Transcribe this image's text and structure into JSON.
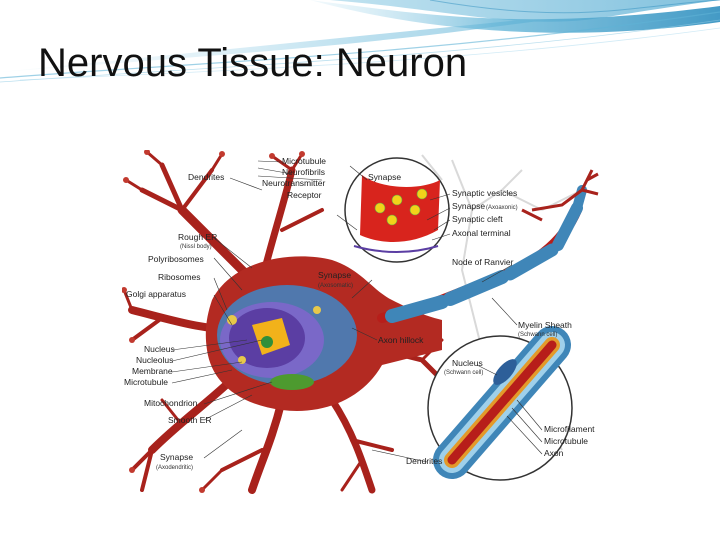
{
  "slide": {
    "title": "Nervous Tissue: Neuron"
  },
  "colors": {
    "cytoplasm": "#b32a22",
    "dendrite": "#a8221c",
    "myelin": "#3f86b8",
    "axon_core": "#b71e1a",
    "nucleus": "#5b3ea3",
    "nucleolus": "#f2b21a",
    "er": "#3e86c6",
    "title_swoosh": "#5fb3d6"
  },
  "diagram": {
    "labels": {
      "dendrites_top": "Dendrites",
      "microtubule_top": "Microtubule",
      "neurofibrils": "Neurofibrils",
      "neurotransmitter": "Neurotransmitter",
      "receptor": "Receptor",
      "synapse_top": "Synapse",
      "synaptic_vesicles": "Synaptic vesicles",
      "synapse_axoaxonic": "Synapse",
      "synapse_axoaxonic_sub": "(Axoaxonic)",
      "synaptic_cleft": "Synaptic cleft",
      "axonal_terminal": "Axonal terminal",
      "rough_er": "Rough ER",
      "rough_er_sub": "(Nissl body)",
      "polyribosomes": "Polyribosomes",
      "ribosomes": "Ribosomes",
      "golgi": "Golgi apparatus",
      "synapse_axosomatic": "Synapse",
      "synapse_axosomatic_sub": "(Axosomatic)",
      "node_of_ranvier": "Node of Ranvier",
      "myelin_sheath": "Myelin Sheath",
      "myelin_sheath_sub": "(Schwann cell)",
      "axon_hillock": "Axon hillock",
      "nucleus": "Nucleus",
      "nucleolus": "Nucleolus",
      "membrane": "Membrane",
      "microtubule_left": "Microtubule",
      "nucleus_schwann": "Nucleus",
      "nucleus_schwann_sub": "(Schwann cell)",
      "mitochondrion": "Mitochondrion",
      "smooth_er": "Smooth ER",
      "microfilament": "Microfilament",
      "microtubule_inset": "Microtubule",
      "axon": "Axon",
      "synapse_axodendritic": "Synapse",
      "synapse_axodendritic_sub": "(Axodendritic)",
      "dendrites_bottom": "Dendrites"
    }
  }
}
